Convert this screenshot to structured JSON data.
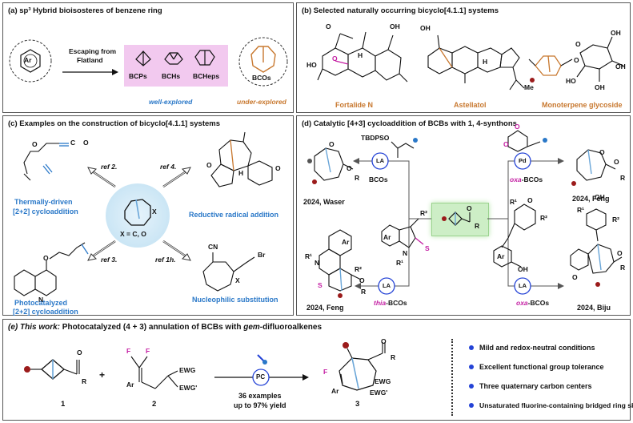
{
  "panel_a": {
    "title": "(a) sp³ Hybrid bioisosteres of benzene ring",
    "ar": "Ar",
    "escape": [
      "Escaping from",
      "Flatland"
    ],
    "bcps": "BCPs",
    "bchs": "BCHs",
    "bcheps": "BCHeps",
    "bcos": "BCOs",
    "well": "well-explored",
    "under": "under-explored"
  },
  "panel_b": {
    "title": "(b) Selected naturally occurring bicyclo[4.1.1] systems",
    "names": [
      "Fortalide N",
      "Astellatol",
      "Monoterpene glycoside"
    ],
    "atoms": {
      "oh": "OH",
      "h": "H",
      "o": "O",
      "me": "Me",
      "ho": "HO"
    }
  },
  "panel_c": {
    "title": "(c) Examples on the construction of  bicyclo[4.1.1] systems",
    "ref2": "ref 2.",
    "ref4": "ref 4.",
    "ref3": "ref 3.",
    "ref1h": "ref 1h.",
    "x": "X",
    "xco": "X = C, O",
    "thermal": [
      "Thermally-driven",
      "[2+2]  cycloaddition"
    ],
    "photo": [
      "Photocatalyzed",
      "[2+2] cycloaddition"
    ],
    "radical": "Reductive radical addition",
    "nucleo": "Nucleophilic substitution",
    "atoms": {
      "o": "O",
      "c": "C",
      "cn": "CN",
      "br": "Br",
      "nh": "N",
      "h": "H"
    }
  },
  "panel_d": {
    "title": "(d)  Catalytic [4+3] cycloaddition of BCBs with 1, 4-synthons",
    "tbdpso": "TBDPSO",
    "la": "LA",
    "pd": "Pd",
    "bcos": "BCOs",
    "oxa_bcos_prefix": "oxa",
    "oxa_bcos_suffix": "-BCOs",
    "thia_prefix": "thia",
    "thia_suffix": "-BCOs",
    "waser": "2024, Waser",
    "feng1": "2024, Feng",
    "feng2": "2024, Feng",
    "biju": "2024, Biju",
    "atoms": {
      "o": "O",
      "r": "R",
      "r1": "R¹",
      "r2": "R²",
      "ar": "Ar",
      "n": "N",
      "s": "S",
      "oh": "OH"
    }
  },
  "panel_e": {
    "title_italic": "(e) This work:",
    "title_rest": "  Photocatalyzed (4 + 3) annulation of BCBs with",
    "title_italic2": "gem",
    "title_rest2": "-difluoroalkenes",
    "c1": "1",
    "c2": "2",
    "c3": "3",
    "plus": "+",
    "pc": "PC",
    "examples": "36 examples",
    "yield": "up to 97% yield",
    "atoms": {
      "f": "F",
      "ar": "Ar",
      "ewg": "EWG",
      "ewg2": "EWG'",
      "o": "O",
      "r": "R"
    },
    "bullets": [
      "Mild and redox-neutral conditions",
      "Excellent functional group tolerance",
      "Three quaternary carbon centers",
      "Unsaturated fluorine-containing bridged ring skeleton"
    ]
  },
  "colors": {
    "accent_blue": "#2a78c8",
    "orange": "#c8782f",
    "magenta": "#c41fa3",
    "bullet": "#2443d6",
    "bcb_bond": "#6aa6d8",
    "red_dot": "#9b1b1b"
  }
}
